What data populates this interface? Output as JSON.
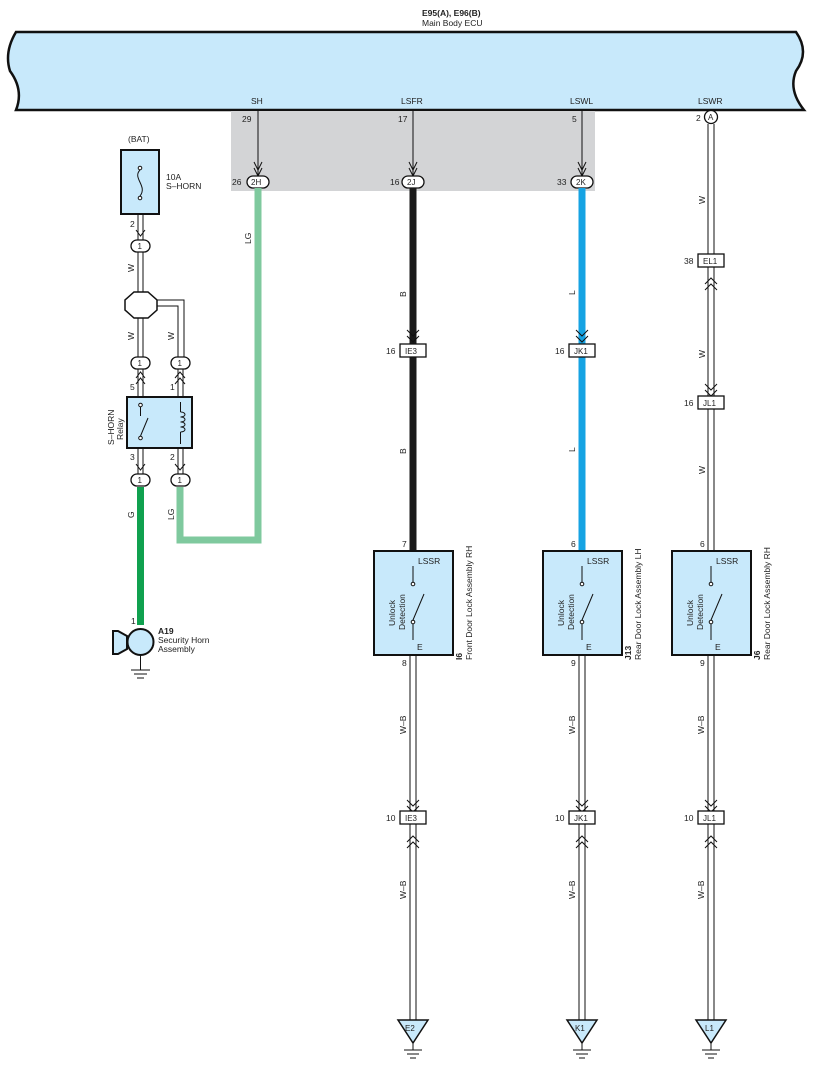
{
  "ecu": {
    "code": "E95(A), E96(B)",
    "name": "Main Body ECU",
    "terminals": {
      "sh": "SH",
      "lsfr": "LSFR",
      "lswl": "LSWL",
      "lswr": "LSWR",
      "sh_pin": "29",
      "lsfr_pin": "17",
      "lswl_pin": "5",
      "lswr_pin": "2",
      "lswr_conn": "A"
    },
    "b_connectors": {
      "sh_pin": "26",
      "sh_conn": "2H",
      "lsfr_pin": "16",
      "lsfr_conn": "2J",
      "lswl_pin": "33",
      "lswl_conn": "2K"
    }
  },
  "power": {
    "bat": "(BAT)",
    "fuse_amp": "10A",
    "fuse_name": "S–HORN",
    "fuse_pin": "2"
  },
  "relay": {
    "name": "S–HORN",
    "name2": "Relay",
    "pin5": "5",
    "pin1": "1",
    "pin3": "3",
    "pin2": "2"
  },
  "conn_one": "1",
  "horn": {
    "code": "A19",
    "name": "Security Horn",
    "name2": "Assembly",
    "pin": "1"
  },
  "wires": {
    "w": "W",
    "lg": "LG",
    "g": "G",
    "b": "B",
    "l": "L",
    "wb": "W–B"
  },
  "inline": {
    "ie3": "IE3",
    "jk1": "JK1",
    "jl1": "JL1",
    "el1": "EL1",
    "p16": "16",
    "p10": "10",
    "p38": "38"
  },
  "doors": {
    "lssr": "LSSR",
    "e": "E",
    "unlock": "Unlock",
    "detection": "Detection",
    "fr_code": "I6",
    "fr_name": "Front Door Lock Assembly RH",
    "fr_top": "7",
    "fr_bot": "8",
    "rl_code": "J13",
    "rl_name": "Rear Door Lock Assembly LH",
    "rl_top": "6",
    "rl_bot": "9",
    "rr_code": "J6",
    "rr_name": "Rear Door Lock Assembly RH",
    "rr_top": "6",
    "rr_bot": "9"
  },
  "grounds": {
    "e2": "E2",
    "k1": "K1",
    "l1": "L1"
  },
  "colors": {
    "ecu_fill": "#c8e9fb",
    "connector_area": "#d3d4d6",
    "wire_lg": "#7fc99e",
    "wire_g": "#10a14f",
    "wire_b": "#1a1a1a",
    "wire_l": "#16a3e3",
    "component_fill": "#c8e9fb"
  }
}
